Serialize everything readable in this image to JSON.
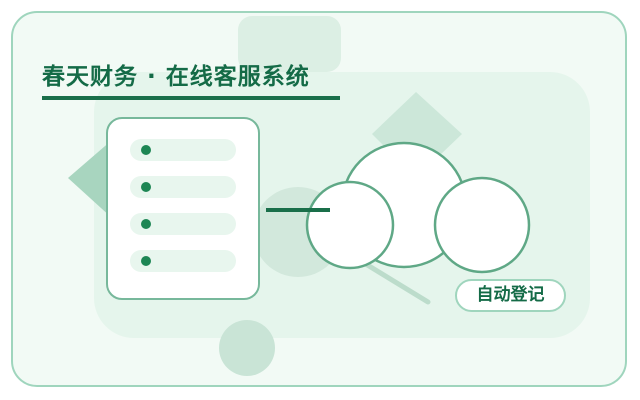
{
  "title": "春天财务 · 在线客服系统",
  "badge": {
    "label": "自动登记"
  },
  "list_panel": {
    "rows": [
      {
        "id": "row-1"
      },
      {
        "id": "row-2"
      },
      {
        "id": "row-3"
      },
      {
        "id": "row-4"
      }
    ]
  },
  "colors": {
    "frame_border": "#9fd5bd",
    "background": "#f2faf5",
    "inner_panel": "#e5f5ec",
    "accent_dark": "#146b47",
    "accent_dot": "#1d8654",
    "shape_fill": "#cfeadb",
    "circle_fill": "#d7ebe0"
  },
  "icons": {
    "cloud": "cloud-icon",
    "list": "list-icon"
  }
}
